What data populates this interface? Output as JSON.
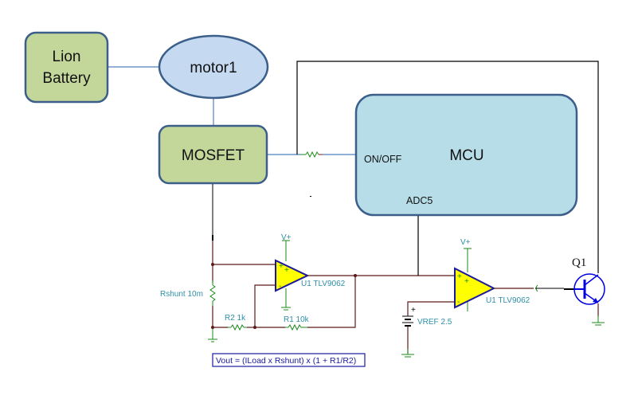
{
  "blocks": {
    "battery": {
      "line1": "Lion",
      "line2": "Battery"
    },
    "motor": {
      "label": "motor1"
    },
    "mosfet": {
      "label": "MOSFET"
    },
    "mcu": {
      "label": "MCU",
      "pin_onoff": "ON/OFF",
      "pin_adc": "ADC5"
    }
  },
  "schematic": {
    "rshunt": "Rshunt 10m",
    "r2": "R2 1k",
    "r1": "R1 10k",
    "opamp1": {
      "label": "U1 TLV9062",
      "supply": "V+",
      "in_plus": "+",
      "in_minus": "-",
      "pwr": "+"
    },
    "opamp2": {
      "label": "U1 TLV9062",
      "supply": "V+",
      "in_plus": "+",
      "in_minus": "-",
      "pwr": "+"
    },
    "vref": {
      "label": "VREF 2.5",
      "polarity": "+"
    },
    "transistor": {
      "label": "Q1"
    },
    "formula": "Vout = (ILoad x Rshunt) x (1 + R1/R2)"
  },
  "colors": {
    "block_green": "#c4d79b",
    "block_blue": "#c5d9f1",
    "mcu_fill": "#b7dde8",
    "block_border": "#3b5f8a",
    "wire_dark": "#5c1a1a",
    "component_green": "#1a8a1a",
    "opamp_fill": "#ffff00",
    "opamp_border": "#1a1a9a",
    "transistor_blue": "#0000e0"
  }
}
